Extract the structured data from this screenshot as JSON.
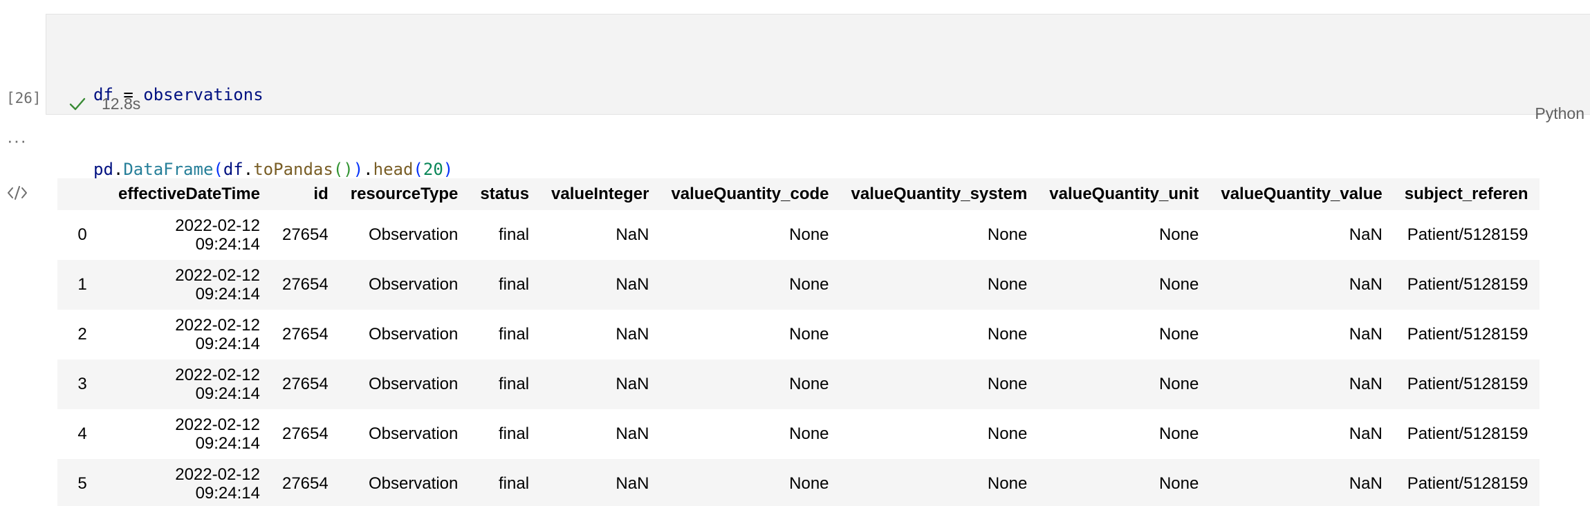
{
  "cell": {
    "execution_count": "[26]",
    "code": {
      "line1": {
        "var": "df",
        "op": " = ",
        "value": "observations"
      },
      "line2": {
        "mod": "pd",
        "dot1": ".",
        "cls": "DataFrame",
        "p1": "(",
        "arg": "df",
        "dot2": ".",
        "fn1": "toPandas",
        "p2": "()",
        "p3": ")",
        "dot3": ".",
        "fn2": "head",
        "p4": "(",
        "num": "20",
        "p5": ")"
      }
    },
    "status": {
      "icon": "check-icon",
      "duration": "12.8s"
    },
    "language": "Python"
  },
  "output": {
    "more_icon": "ellipsis-icon",
    "render_icon": "code-icon",
    "table": {
      "columns": [
        "",
        "effectiveDateTime",
        "id",
        "resourceType",
        "status",
        "valueInteger",
        "valueQuantity_code",
        "valueQuantity_system",
        "valueQuantity_unit",
        "valueQuantity_value",
        "subject_referen"
      ],
      "rows": [
        {
          "index": "0",
          "date": "2022-02-12",
          "time": "09:24:14",
          "id": "27654",
          "resourceType": "Observation",
          "status": "final",
          "valueInteger": "NaN",
          "code": "None",
          "system": "None",
          "unit": "None",
          "value": "NaN",
          "subject": "Patient/5128159"
        },
        {
          "index": "1",
          "date": "2022-02-12",
          "time": "09:24:14",
          "id": "27654",
          "resourceType": "Observation",
          "status": "final",
          "valueInteger": "NaN",
          "code": "None",
          "system": "None",
          "unit": "None",
          "value": "NaN",
          "subject": "Patient/5128159"
        },
        {
          "index": "2",
          "date": "2022-02-12",
          "time": "09:24:14",
          "id": "27654",
          "resourceType": "Observation",
          "status": "final",
          "valueInteger": "NaN",
          "code": "None",
          "system": "None",
          "unit": "None",
          "value": "NaN",
          "subject": "Patient/5128159"
        },
        {
          "index": "3",
          "date": "2022-02-12",
          "time": "09:24:14",
          "id": "27654",
          "resourceType": "Observation",
          "status": "final",
          "valueInteger": "NaN",
          "code": "None",
          "system": "None",
          "unit": "None",
          "value": "NaN",
          "subject": "Patient/5128159"
        },
        {
          "index": "4",
          "date": "2022-02-12",
          "time": "09:24:14",
          "id": "27654",
          "resourceType": "Observation",
          "status": "final",
          "valueInteger": "NaN",
          "code": "None",
          "system": "None",
          "unit": "None",
          "value": "NaN",
          "subject": "Patient/5128159"
        },
        {
          "index": "5",
          "date": "2022-02-12",
          "time": "09:24:14",
          "id": "27654",
          "resourceType": "Observation",
          "status": "final",
          "valueInteger": "NaN",
          "code": "None",
          "system": "None",
          "unit": "None",
          "value": "NaN",
          "subject": "Patient/5128159"
        }
      ]
    }
  },
  "colors": {
    "success": "#388a34",
    "cell_background": "#f3f3f3",
    "row_stripe": "#f5f5f5"
  }
}
